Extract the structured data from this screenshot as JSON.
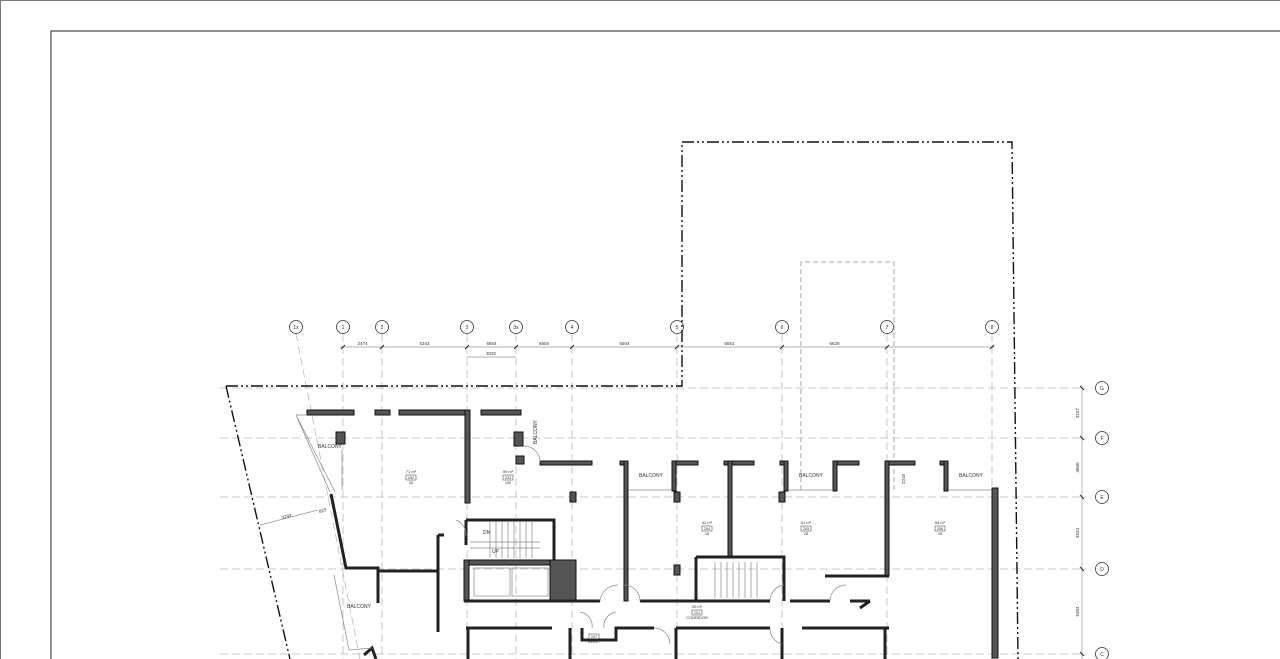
{
  "drawing": {
    "column_grids": [
      {
        "id": "1x"
      },
      {
        "id": "1"
      },
      {
        "id": "2"
      },
      {
        "id": "3"
      },
      {
        "id": "3x"
      },
      {
        "id": "4"
      },
      {
        "id": "5"
      },
      {
        "id": "6"
      },
      {
        "id": "7"
      },
      {
        "id": "8"
      }
    ],
    "column_dims": [
      "2474",
      "5343",
      "6604",
      "6604",
      "6604",
      "6551",
      "6629"
    ],
    "sub_dim": "3032",
    "row_grids": [
      {
        "id": "G"
      },
      {
        "id": "F"
      },
      {
        "id": "E"
      },
      {
        "id": "D"
      },
      {
        "id": "C"
      }
    ],
    "row_dims": [
      "3157",
      "3660",
      "4524",
      "5304"
    ],
    "misc_dims": {
      "balcony_depth": "2316",
      "left_a": "3292",
      "left_b": "823"
    },
    "rooms": [
      {
        "area": "71 m²",
        "number": "202",
        "count": "26"
      },
      {
        "area": "59 m²",
        "number": "203",
        "count": "150"
      },
      {
        "area": "42 m²",
        "number": "204",
        "count": "18"
      },
      {
        "area": "61 m²",
        "number": "205",
        "count": "28"
      },
      {
        "area": "54 m²",
        "number": "206",
        "count": "18"
      },
      {
        "area": "40 m²",
        "number": "201",
        "name": "CORRIDOR"
      },
      {
        "number": "207",
        "name": "ELEC."
      }
    ],
    "labels": {
      "balcony": "BALCONY",
      "dn": "DN",
      "up": "UP"
    }
  }
}
